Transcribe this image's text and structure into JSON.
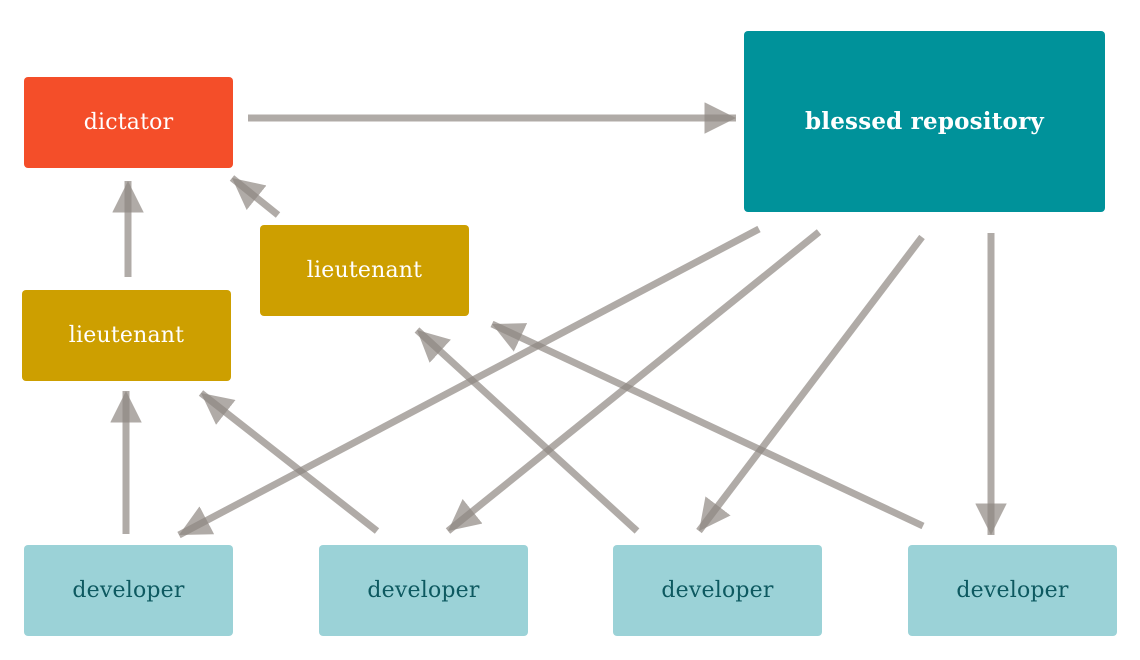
{
  "diagram": {
    "nodes": {
      "dictator": {
        "label": "dictator"
      },
      "blessed_repository": {
        "label": "blessed repository"
      },
      "lieutenant_top": {
        "label": "lieutenant"
      },
      "lieutenant_left": {
        "label": "lieutenant"
      },
      "developers": [
        {
          "label": "developer"
        },
        {
          "label": "developer"
        },
        {
          "label": "developer"
        },
        {
          "label": "developer"
        }
      ]
    },
    "edges": [
      {
        "from": "dictator",
        "to": "blessed_repository"
      },
      {
        "from": "lieutenant_top",
        "to": "dictator"
      },
      {
        "from": "lieutenant_left",
        "to": "dictator"
      },
      {
        "from": "developer_1",
        "to": "lieutenant_left"
      },
      {
        "from": "developer_2",
        "to": "lieutenant_left"
      },
      {
        "from": "developer_3",
        "to": "lieutenant_top"
      },
      {
        "from": "developer_4",
        "to": "lieutenant_top"
      },
      {
        "from": "blessed_repository",
        "to": "developer_1"
      },
      {
        "from": "blessed_repository",
        "to": "developer_2"
      },
      {
        "from": "blessed_repository",
        "to": "developer_3"
      },
      {
        "from": "blessed_repository",
        "to": "developer_4"
      }
    ],
    "colors": {
      "dictator": "#F44E29",
      "blessed_repository": "#00929A",
      "lieutenant": "#CD9F00",
      "developer": "#9BD2D7",
      "developer_text": "#0D5960",
      "arrow": "#8E8782"
    }
  }
}
